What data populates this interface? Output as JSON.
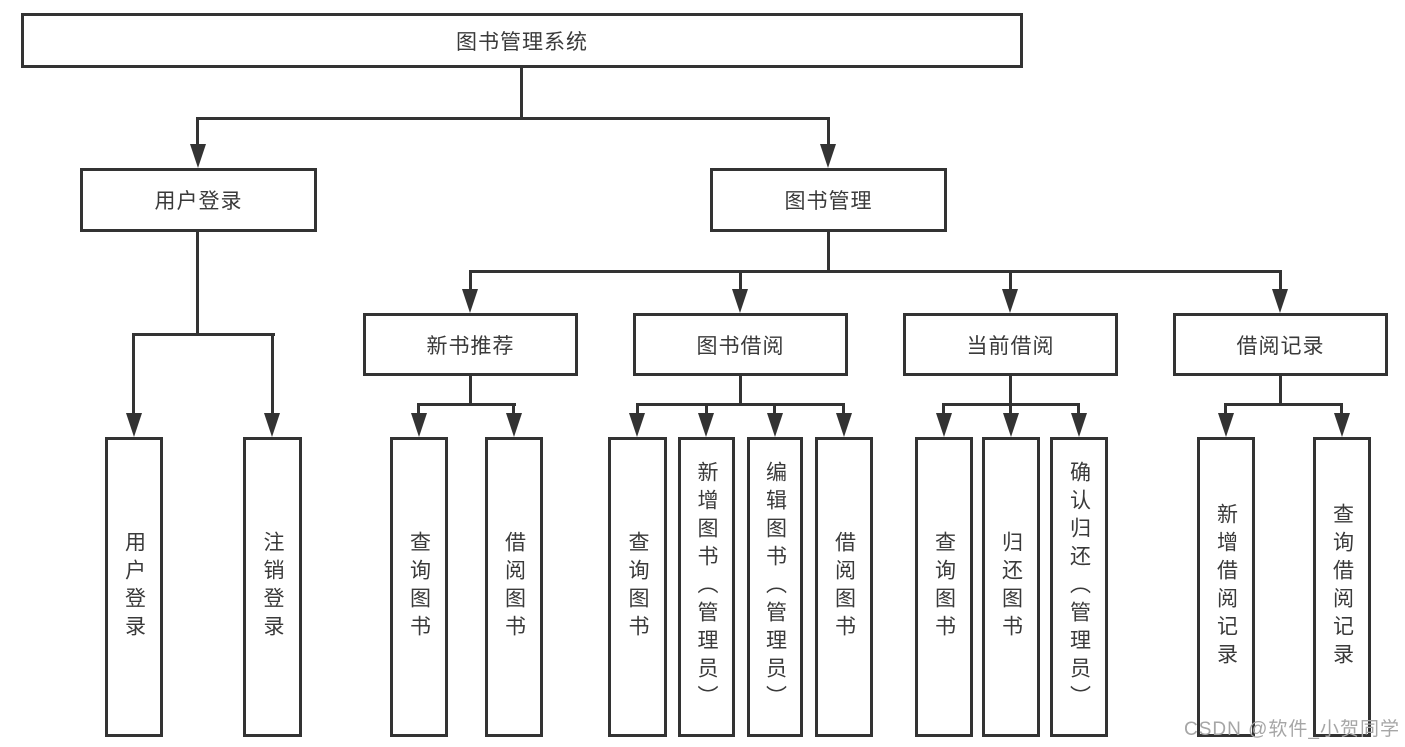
{
  "colors": {
    "line": "#333333",
    "text": "#3a3a3a",
    "watermark": "#a6a6a6",
    "background": "#ffffff"
  },
  "tree": {
    "root": {
      "label": "图书管理系统"
    },
    "branches": [
      {
        "label": "用户登录",
        "children": [
          {
            "label": "用户登录"
          },
          {
            "label": "注销登录"
          }
        ]
      },
      {
        "label": "图书管理",
        "children": [
          {
            "label": "新书推荐",
            "children": [
              {
                "label": "查询图书"
              },
              {
                "label": "借阅图书"
              }
            ]
          },
          {
            "label": "图书借阅",
            "children": [
              {
                "label": "查询图书"
              },
              {
                "label": "新增图书（管理员）"
              },
              {
                "label": "编辑图书（管理员）"
              },
              {
                "label": "借阅图书"
              }
            ]
          },
          {
            "label": "当前借阅",
            "children": [
              {
                "label": "查询图书"
              },
              {
                "label": "归还图书"
              },
              {
                "label": "确认归还（管理员）"
              }
            ]
          },
          {
            "label": "借阅记录",
            "children": [
              {
                "label": "新增借阅记录"
              },
              {
                "label": "查询借阅记录"
              }
            ]
          }
        ]
      }
    ]
  },
  "watermark": {
    "text": "CSDN @软件_小贺同学"
  }
}
